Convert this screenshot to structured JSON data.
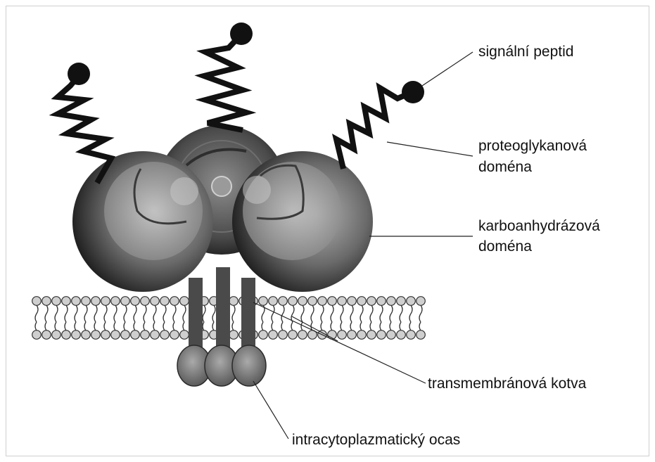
{
  "labels": {
    "signal_peptide": "signální peptid",
    "proteoglycan_domain_line1": "proteoglykanová",
    "proteoglycan_domain_line2": "doména",
    "carbonic_anhydrase_domain_line1": "karboanhydrázová",
    "carbonic_anhydrase_domain_line2": "doména",
    "transmembrane_anchor": "transmembránová kotva",
    "intracytoplasmic_tail": "intracytoplazmatický ocas"
  },
  "colors": {
    "sphere_dark": "#1e1e1e",
    "sphere_light": "#a9a9a9",
    "membrane_head": "#cfcfcf",
    "stroke": "#111111"
  }
}
